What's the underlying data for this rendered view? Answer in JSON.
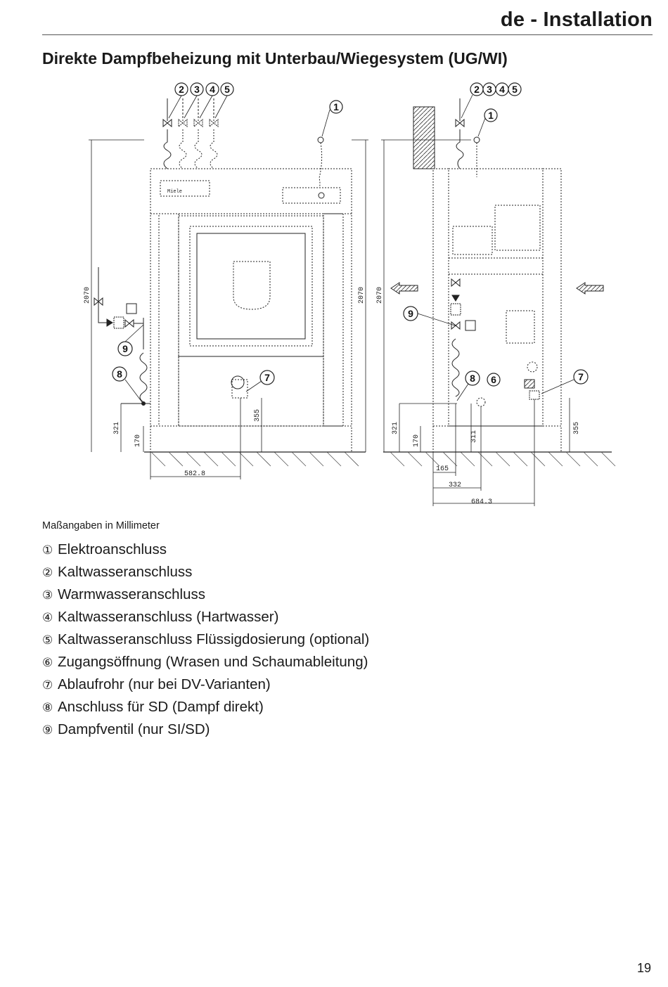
{
  "header": {
    "title": "de - Installation"
  },
  "section": {
    "title": "Direkte Dampfbeheizung mit Unterbau/Wiegesystem (UG/WI)"
  },
  "figure": {
    "callouts": {
      "c1": "1",
      "c2": "2",
      "c3": "3",
      "c4": "4",
      "c5": "5",
      "c6": "6",
      "c7": "7",
      "c8": "8",
      "c9": "9"
    },
    "brand_label": "Miele",
    "dimensions": {
      "height_total": "2070",
      "d321": "321",
      "d170": "170",
      "d355": "355",
      "d311": "311",
      "d582": "582.8",
      "d165": "165",
      "d332": "332",
      "d684": "684.3"
    }
  },
  "units_note": "Maßangaben in Millimeter",
  "legend": {
    "items": [
      {
        "num": "①",
        "text": "Elektroanschluss"
      },
      {
        "num": "②",
        "text": "Kaltwasseranschluss"
      },
      {
        "num": "③",
        "text": "Warmwasseranschluss"
      },
      {
        "num": "④",
        "text": "Kaltwasseranschluss (Hartwasser)"
      },
      {
        "num": "⑤",
        "text": "Kaltwasseranschluss Flüssigdosierung (optional)"
      },
      {
        "num": "⑥",
        "text": "Zugangsöffnung (Wrasen und Schaumableitung)"
      },
      {
        "num": "⑦",
        "text": "Ablaufrohr (nur bei DV-Varianten)"
      },
      {
        "num": "⑧",
        "text": "Anschluss für SD (Dampf direkt)"
      },
      {
        "num": "⑨",
        "text": "Dampfventil (nur SI/SD)"
      }
    ]
  },
  "page_number": "19"
}
